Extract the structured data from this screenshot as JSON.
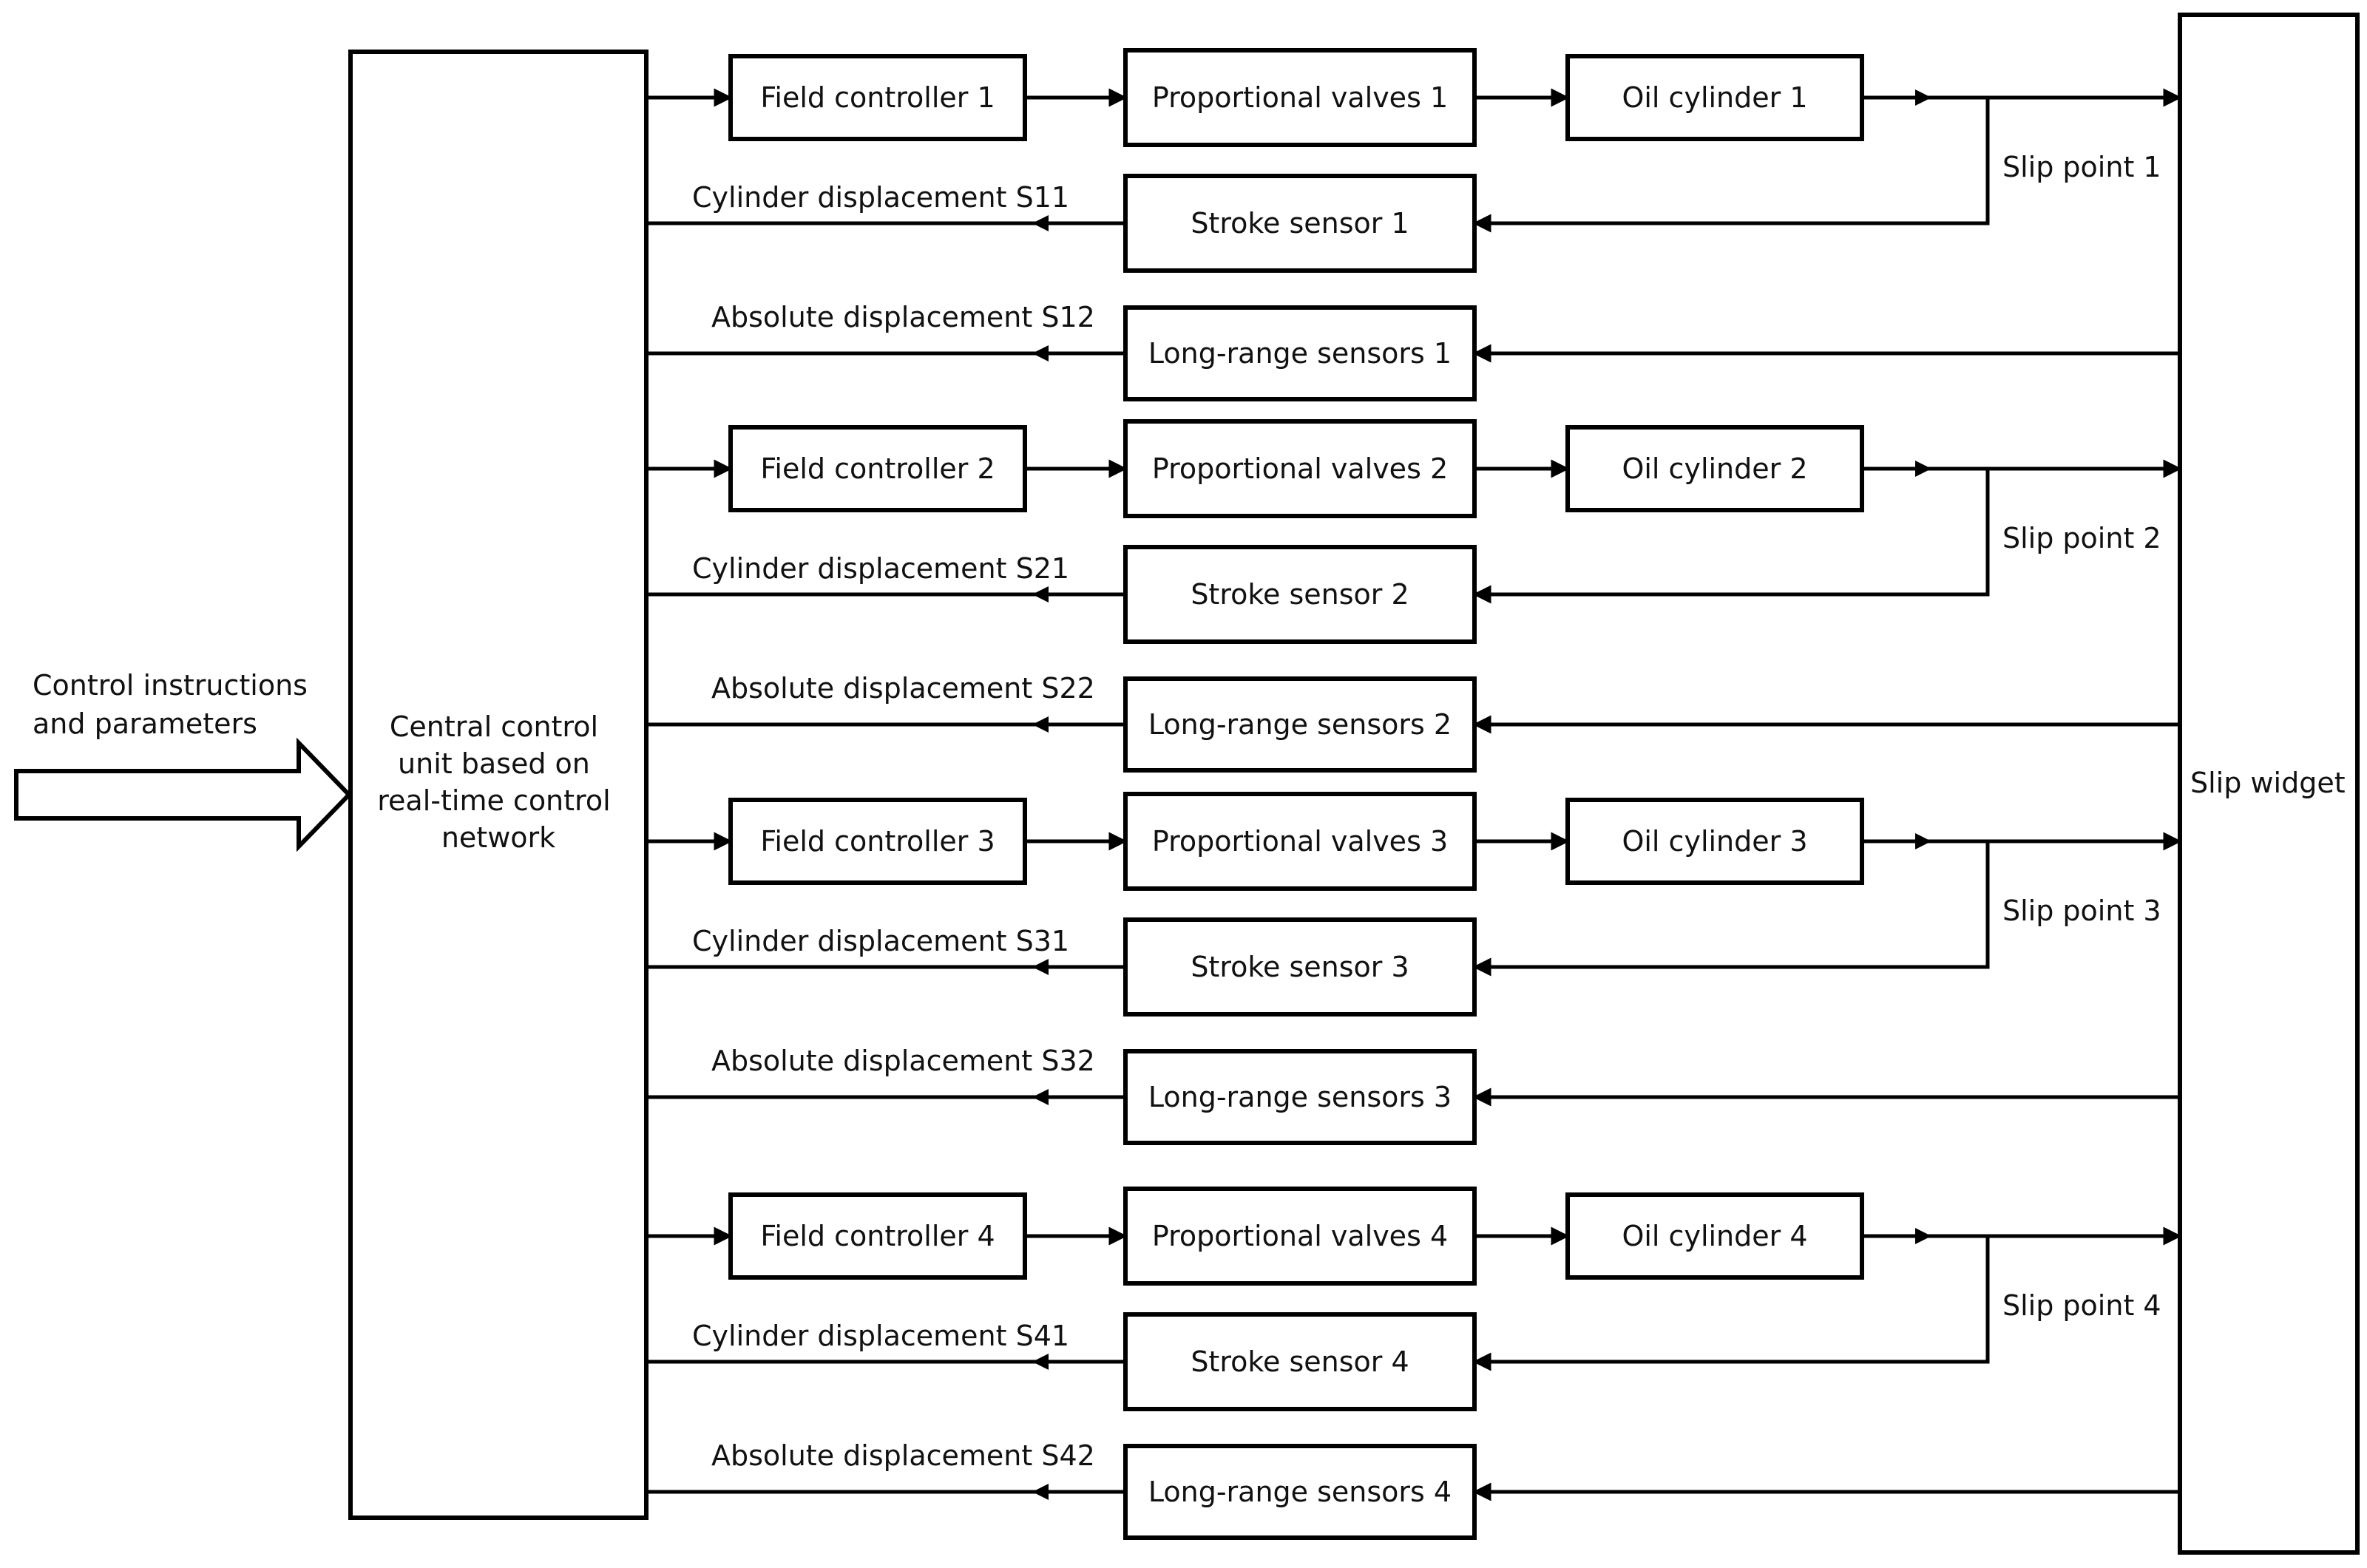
{
  "input": {
    "line1": "Control instructions",
    "line2": "and parameters"
  },
  "central": {
    "lines": [
      "Central control",
      "unit based on",
      "real-time control",
      "network"
    ]
  },
  "slip_widget": "Slip widget",
  "channels": [
    {
      "field_controller": "Field controller 1",
      "proportional_valves": "Proportional valves 1",
      "oil_cylinder": "Oil cylinder 1",
      "stroke_sensor": "Stroke sensor 1",
      "long_range_sensor": "Long-range sensors 1",
      "cylinder_displacement": "Cylinder displacement S11",
      "absolute_displacement": "Absolute displacement S12",
      "slip_point": "Slip point 1"
    },
    {
      "field_controller": "Field controller 2",
      "proportional_valves": "Proportional valves 2",
      "oil_cylinder": "Oil cylinder 2",
      "stroke_sensor": "Stroke sensor 2",
      "long_range_sensor": "Long-range sensors 2",
      "cylinder_displacement": "Cylinder displacement S21",
      "absolute_displacement": "Absolute displacement S22",
      "slip_point": "Slip point 2"
    },
    {
      "field_controller": "Field controller 3",
      "proportional_valves": "Proportional valves 3",
      "oil_cylinder": "Oil cylinder 3",
      "stroke_sensor": "Stroke sensor 3",
      "long_range_sensor": "Long-range sensors 3",
      "cylinder_displacement": "Cylinder displacement S31",
      "absolute_displacement": "Absolute displacement S32",
      "slip_point": "Slip point 3"
    },
    {
      "field_controller": "Field controller 4",
      "proportional_valves": "Proportional valves 4",
      "oil_cylinder": "Oil cylinder 4",
      "stroke_sensor": "Stroke sensor 4",
      "long_range_sensor": "Long-range sensors 4",
      "cylinder_displacement": "Cylinder displacement S41",
      "absolute_displacement": "Absolute displacement S42",
      "slip_point": "Slip point 4"
    }
  ]
}
